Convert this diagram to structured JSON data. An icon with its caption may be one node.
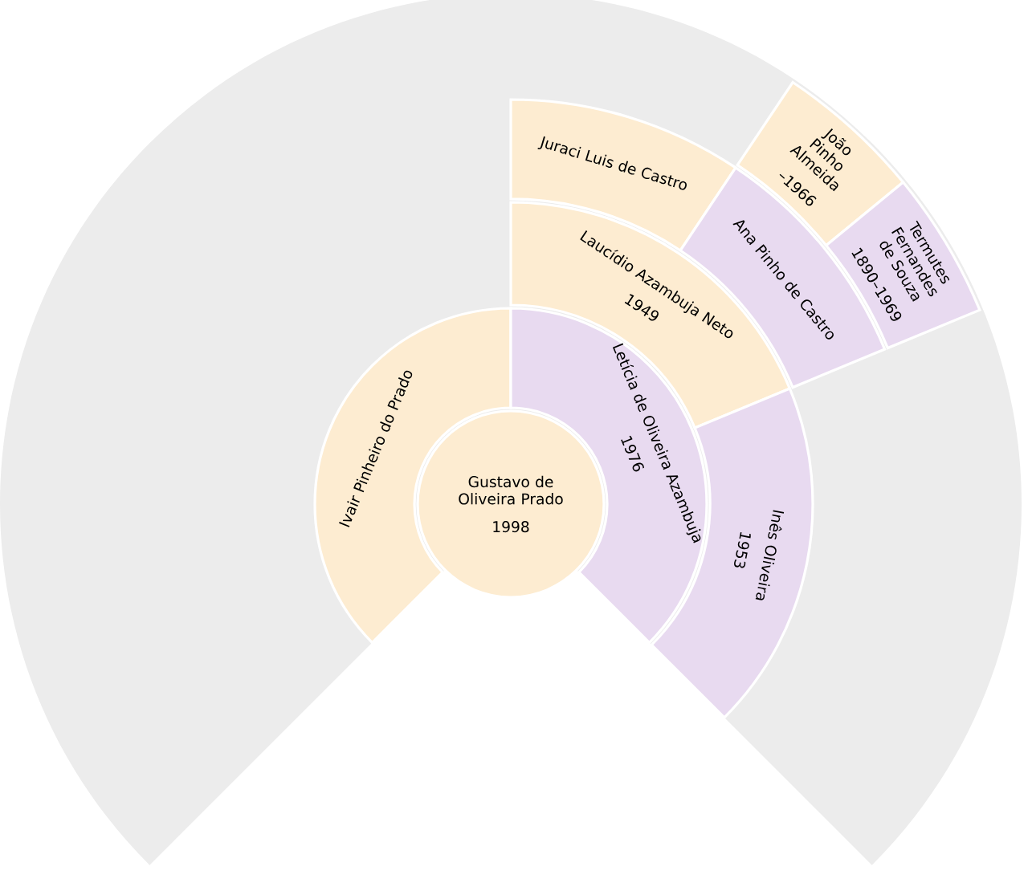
{
  "diagram": {
    "nodes": [
      {
        "text": [
          "Gustavo de Oliveira Prado",
          "1998"
        ]
      },
      {
        "text": [
          "Ivair Pinheiro do Prado"
        ]
      },
      {
        "text": [
          "Letícia de Oliveira Azambuja",
          "1976"
        ]
      },
      {
        "text": [
          "Laucídio Azambuja Neto",
          "1949"
        ]
      },
      {
        "text": [
          "Inês Oliveira",
          "1953"
        ]
      },
      {
        "text": [
          "Juraci Luis de Castro"
        ]
      },
      {
        "text": [
          "Ana Pinho de Castro"
        ]
      },
      {
        "text": [
          "João Pinho Almeida",
          "–1966"
        ]
      },
      {
        "text": [
          "Termutes Fernandes de Souza",
          "1890–1969"
        ]
      }
    ],
    "edges": []
  }
}
